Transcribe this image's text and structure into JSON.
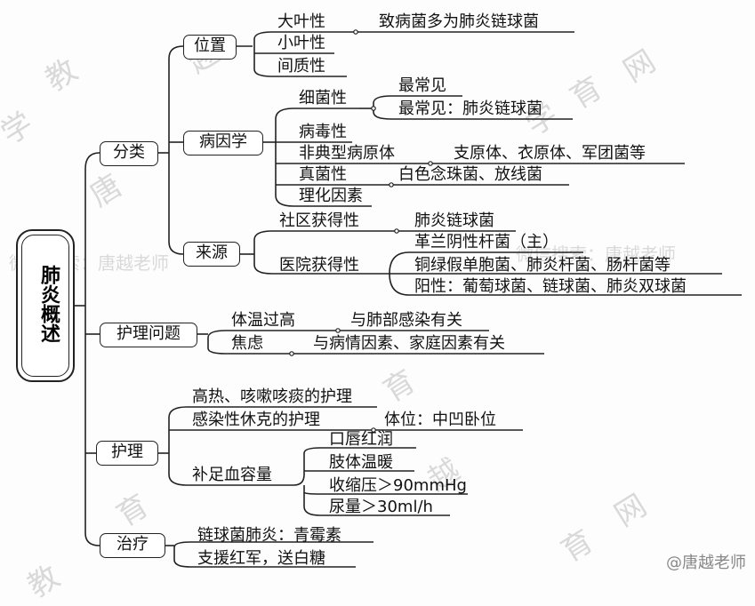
{
  "root": {
    "label": "肺炎概述"
  },
  "level1": {
    "classify": "分类",
    "issues": "护理问题",
    "care": "护理",
    "treat": "治疗"
  },
  "classify": {
    "location": {
      "label": "位置",
      "items": [
        "大叶性",
        "小叶性",
        "间质性"
      ],
      "lobar_note": "致病菌多为肺炎链球菌"
    },
    "etiology": {
      "label": "病因学",
      "bacterial": "细菌性",
      "bacterial_notes": [
        "最常见",
        "最常见：肺炎链球菌"
      ],
      "viral": "病毒性",
      "atypical": "非典型病原体",
      "atypical_note": "支原体、衣原体、军团菌等",
      "fungal": "真菌性",
      "fungal_note": "白色念珠菌、放线菌",
      "physchem": "理化因素"
    },
    "source": {
      "label": "来源",
      "community": "社区获得性",
      "community_note": "肺炎链球菌",
      "hospital": "医院获得性",
      "hospital_notes": [
        "革兰阴性杆菌（主）",
        "铜绿假单胞菌、肺炎杆菌、肠杆菌等",
        "阳性：葡萄球菌、链球菌、肺炎双球菌"
      ]
    }
  },
  "issues": {
    "fever": "体温过高",
    "fever_note": "与肺部感染有关",
    "anxiety": "焦虑",
    "anxiety_note": "与病情因素、家庭因素有关"
  },
  "care": {
    "fever_cough": "高热、咳嗽咳痰的护理",
    "shock": "感染性休克的护理",
    "shock_note": "体位：中凹卧位",
    "volume": "补足血容量",
    "volume_signs": [
      "口唇红润",
      "肢体温暖",
      "收缩压＞90mmHg",
      "尿量＞30ml/h"
    ]
  },
  "treat": {
    "strep": "链球菌肺炎：青霉素",
    "support": "支援红军，送白糖"
  },
  "watermark": {
    "search": "微信搜索：唐越老师",
    "brand_chars": [
      "学",
      "教",
      "育",
      "网",
      "唐",
      "越"
    ],
    "handle": "@唐越老师"
  }
}
